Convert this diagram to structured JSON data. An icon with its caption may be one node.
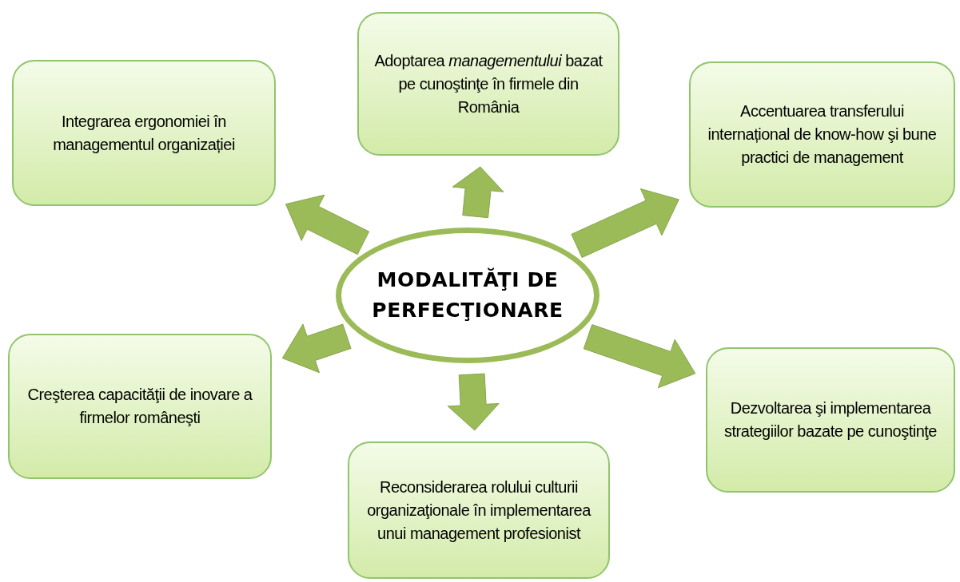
{
  "diagram": {
    "nodes": [
      {
        "text": [
          "Adoptarea *managementului* bazat pe cunoştinţe în firmele din România"
        ]
      },
      {
        "text": [
          "Integrarea ergonomiei în managementul organizației"
        ]
      },
      {
        "text": [
          "Accentuarea transferului internațional de know-how şi bune practici de management"
        ]
      },
      {
        "text": [
          "MODALITĂŢI DE PERFECŢIONARE"
        ]
      },
      {
        "text": [
          "Creşterea capacităţii de inovare a firmelor româneşti"
        ]
      },
      {
        "text": [
          "Dezvoltarea şi implementarea strategiilor bazate pe cunoştinţe"
        ]
      },
      {
        "text": [
          "Reconsiderarea rolului culturii organizaţionale în implementarea unui management profesionist"
        ]
      }
    ],
    "edges": [
      {
        "from": 3,
        "to": 0,
        "arrow": "to"
      },
      {
        "from": 3,
        "to": 1,
        "arrow": "to"
      },
      {
        "from": 3,
        "to": 2,
        "arrow": "to"
      },
      {
        "from": 3,
        "to": 4,
        "arrow": "to"
      },
      {
        "from": 3,
        "to": 5,
        "arrow": "to"
      },
      {
        "from": 3,
        "to": 6,
        "arrow": "to"
      }
    ]
  }
}
